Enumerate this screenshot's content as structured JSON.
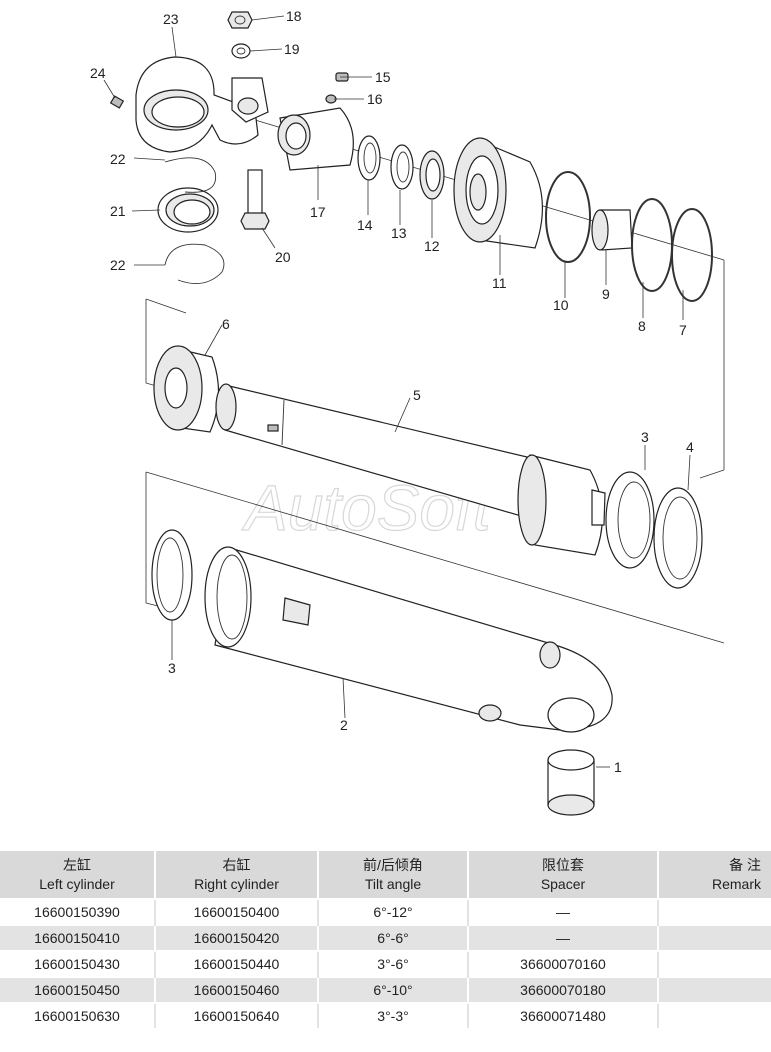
{
  "watermark": "AutoSoft",
  "callouts": [
    "1",
    "2",
    "3",
    "3",
    "4",
    "5",
    "6",
    "7",
    "8",
    "9",
    "10",
    "11",
    "12",
    "13",
    "14",
    "15",
    "16",
    "17",
    "18",
    "19",
    "20",
    "21",
    "22",
    "22",
    "23",
    "24"
  ],
  "table": {
    "headers": [
      {
        "zh": "左缸",
        "en": "Left cylinder"
      },
      {
        "zh": "右缸",
        "en": "Right cylinder"
      },
      {
        "zh": "前/后倾角",
        "en": "Tilt angle"
      },
      {
        "zh": "限位套",
        "en": "Spacer"
      },
      {
        "zh": "备 注",
        "en": "Remark"
      }
    ],
    "rows": [
      [
        "16600150390",
        "16600150400",
        "6°-12°",
        "—",
        ""
      ],
      [
        "16600150410",
        "16600150420",
        "6°-6°",
        "—",
        ""
      ],
      [
        "16600150430",
        "16600150440",
        "3°-6°",
        "36600070160",
        ""
      ],
      [
        "16600150450",
        "16600150460",
        "6°-10°",
        "36600070180",
        ""
      ],
      [
        "16600150630",
        "16600150640",
        "3°-3°",
        "36600071480",
        ""
      ]
    ]
  }
}
